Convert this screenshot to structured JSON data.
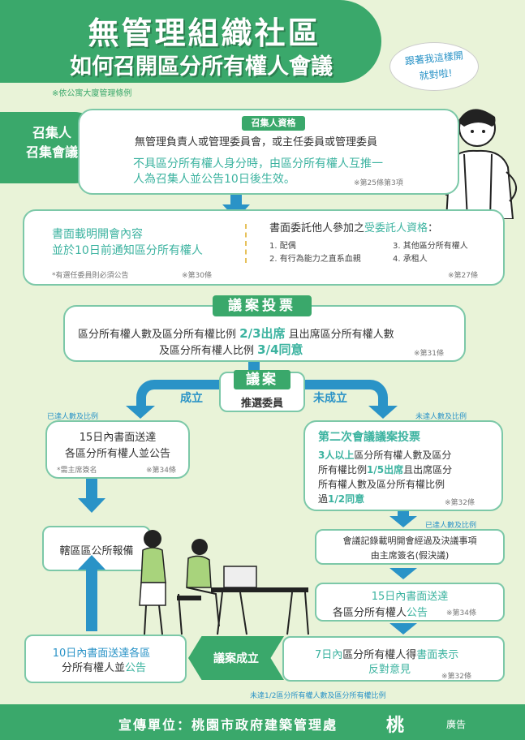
{
  "header": {
    "title_line1": "無管理組織社區",
    "title_line2": "如何召開區分所有權人會議",
    "subtitle": "※依公寓大廈管理條例",
    "speech": "跟著我這樣開\n就對啦!"
  },
  "convener": {
    "side_label_1": "召集人",
    "side_label_2": "召集會議",
    "tag": "召集人資格",
    "line1": "無管理負責人或管理委員會，或主任委員或管理委員",
    "line2a": "不具區分所有權人身分時，由區分所有權人互推一",
    "line2b": "人為召集人並公告10日後生效。",
    "ref": "※第25條第3項"
  },
  "notice": {
    "left_line1": "書面載明開會內容",
    "left_line2": "並於10日前通知區分所有權人",
    "left_note": "*有選任委員則必須公告",
    "left_ref": "※第30條",
    "right_title_a": "書面委託他人參加之",
    "right_title_b": "受委託人資格",
    "right_title_c": "：",
    "items": [
      "1. 配偶",
      "2. 有行為能力之直系血親",
      "3. 其他區分所有權人",
      "4. 承租人"
    ],
    "right_ref": "※第27條"
  },
  "voting": {
    "tag": "議案投票",
    "line1a": "區分所有權人數及區分所有權比例",
    "line1b": "2/3出席",
    "line1c": "且出席區分所有權人數",
    "line2a": "及區分所有權人比例",
    "line2b": "3/4同意",
    "ref": "※第31條"
  },
  "motion": {
    "tag": "議案",
    "sub": "推選委員",
    "left": "成立",
    "right": "未成立"
  },
  "left_branch": {
    "condition": "已達人數及比例",
    "line1": "15日內書面送達",
    "line2": "各區分所有權人並公告",
    "note": "*需主席簽名",
    "ref": "※第34條",
    "report": "轄區區公所報備"
  },
  "right_branch": {
    "condition": "未達人數及比例",
    "title": "第二次會議議案投票",
    "t1a": "3人以上",
    "t1b": "區分所有權人數及區分",
    "t2a": "所有權比例",
    "t2b": "1/5出席",
    "t2c": "且出席區分",
    "t3": "所有權人數及區分所有權比例",
    "t4a": "過",
    "t4b": "1/2同意",
    "ref": "※第32條",
    "condition2": "已達人數及比例",
    "minutes1": "會議記錄載明開會經過及決議事項",
    "minutes2": "由主席簽名(假決議)",
    "deliver1": "15日內書面送達",
    "deliver2a": "各區分所有權人",
    "deliver2b": "公告",
    "deliver_ref": "※第34條",
    "object1a": "7日內",
    "object1b": "區分所有權人得",
    "object1c": "書面表示",
    "object2": "反對意見",
    "object_ref": "※第32條"
  },
  "bottom": {
    "left1": "10日內書面送達各區",
    "left2a": "分所有權人並",
    "left2b": "公告",
    "center": "議案成立",
    "footnote": "未達1/2區分所有權人數及區分所有權比例"
  },
  "footer": {
    "text": "宣傳單位：桃園市政府建築管理處",
    "logo": "桃",
    "ad": "廣告"
  }
}
